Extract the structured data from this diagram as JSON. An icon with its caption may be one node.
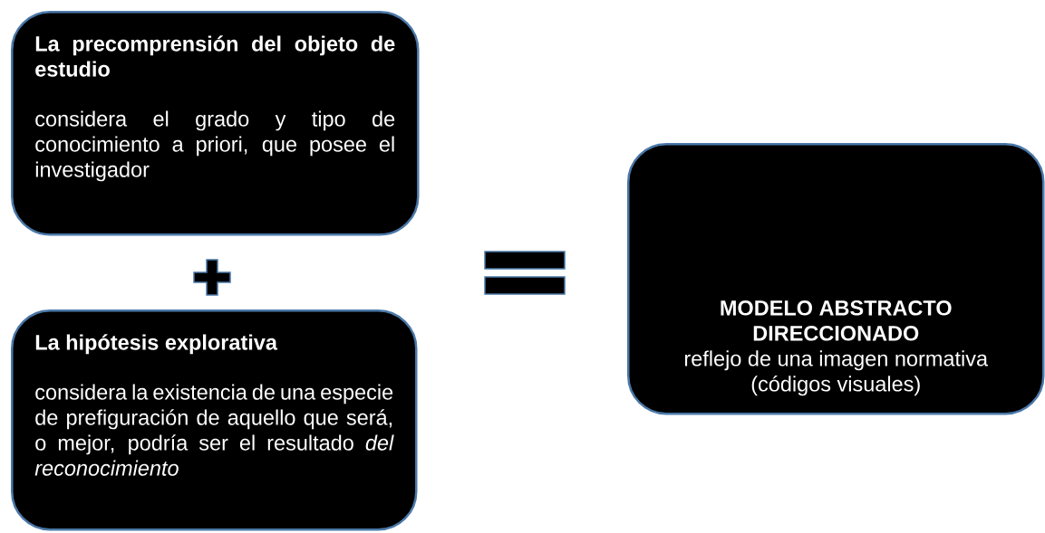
{
  "diagram": {
    "nodes": [
      {
        "text": [
          "La precomprensión del objeto de estudio",
          "considera el grado y tipo de conocimiento a priori, que posee el investigador"
        ]
      },
      {
        "text": [
          "La hipótesis explorativa",
          "considera la existencia de una especie de prefiguración de aquello que será, o mejor, podría ser el resultado *del reconocimiento*"
        ]
      },
      {
        "text": [
          "MODELO ABSTRACTO DIRECCIONADO",
          "reflejo de una imagen normativa (códigos visuales)"
        ]
      }
    ]
  }
}
